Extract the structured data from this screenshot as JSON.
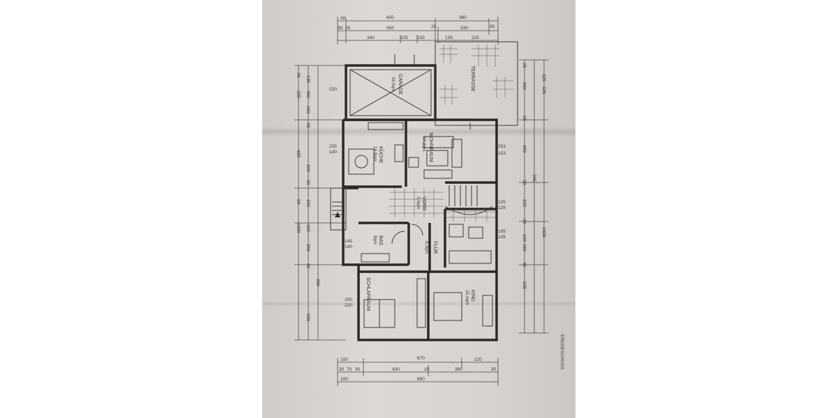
{
  "rooms": {
    "garage": "GARAGE",
    "garage_area": "16,5qm",
    "terrasse": "TERRASSE",
    "kueche": "KÜCHE",
    "kueche_area": "16,8qm",
    "wohnraum": "WOHNRAUM",
    "wohnraum_area": "27,2qm",
    "vorr": "VORR",
    "vorr_area": "2,9qm",
    "flur": "FLUR",
    "flur_area": "8,3qm",
    "bad": "BAD",
    "bad_area": "8qm",
    "schlafraum": "SCHLAFRAUM",
    "kind": "KIND",
    "kind_area": "15,4qm"
  },
  "dimensions": {
    "top_row1": [
      "30",
      "600",
      "360"
    ],
    "top_row2": [
      "30",
      "25",
      "550",
      "25",
      "330",
      "30"
    ],
    "top_row3": [
      "340",
      "105",
      "155",
      "135",
      "225"
    ],
    "bottom_row1": [
      "100",
      "670",
      "220"
    ],
    "bottom_row2": [
      "30",
      "70",
      "30",
      "430",
      "10",
      "390",
      "30"
    ],
    "bottom_row3": [
      "100",
      "890"
    ],
    "left_col": [
      "30",
      "135",
      "360",
      "150",
      "30",
      "400",
      "220",
      "30",
      "150",
      "80",
      "220",
      "260",
      "30",
      "380",
      "930",
      "1600",
      "325"
    ],
    "right_col": [
      "25",
      "300",
      "325",
      "30",
      "400",
      "345",
      "30",
      "220",
      "30",
      "190",
      "260",
      "30",
      "635",
      "1600",
      "325"
    ],
    "inner": [
      "205",
      "140",
      "253",
      "153",
      "105",
      "126",
      "105",
      "126",
      "145",
      "140",
      "220",
      "200",
      "220"
    ],
    "side_note": "ERDGESCHOSS"
  },
  "colors": {
    "paper": "#d6d2cd",
    "ink": "#2b2a29"
  }
}
